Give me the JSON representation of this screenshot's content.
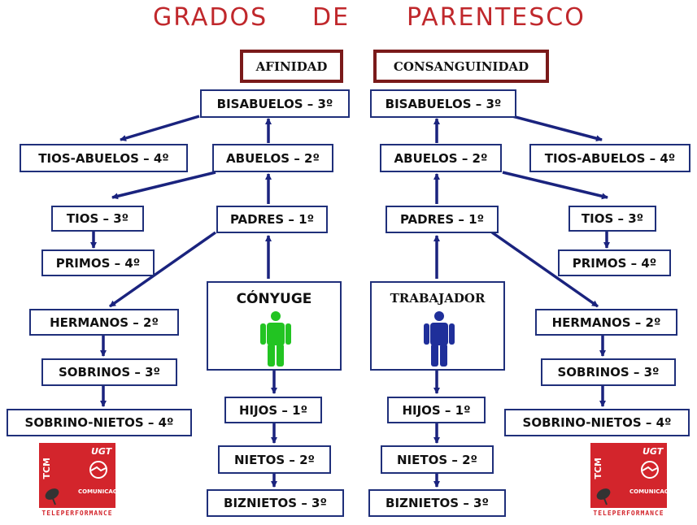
{
  "title": {
    "part1": "GRADOS",
    "part2": "DE",
    "part3": "PARENTESCO"
  },
  "headers": {
    "afinidad": "AFINIDAD",
    "consanguinidad": "CONSANGUINIDAD"
  },
  "afinidad": {
    "bisabuelos": "BISABUELOS – 3º",
    "tios_abuelos": "TIOS-ABUELOS – 4º",
    "abuelos": "ABUELOS – 2º",
    "tios": "TIOS – 3º",
    "padres": "PADRES – 1º",
    "primos": "PRIMOS – 4º",
    "conyuge": "CÓNYUGE",
    "hermanos": "HERMANOS – 2º",
    "sobrinos": "SOBRINOS – 3º",
    "sobrino_nietos": "SOBRINO-NIETOS – 4º",
    "hijos": "HIJOS – 1º",
    "nietos": "NIETOS – 2º",
    "biznietos": "BIZNIETOS – 3º"
  },
  "consanguinidad": {
    "bisabuelos": "BISABUELOS – 3º",
    "tios_abuelos": "TIOS-ABUELOS – 4º",
    "abuelos": "ABUELOS – 2º",
    "tios": "TIOS – 3º",
    "padres": "PADRES – 1º",
    "primos": "PRIMOS – 4º",
    "trabajador": "TRABAJADOR",
    "hermanos": "HERMANOS – 2º",
    "sobrinos": "SOBRINOS – 3º",
    "sobrino_nietos": "SOBRINO-NIETOS – 4º",
    "hijos": "HIJOS – 1º",
    "nietos": "NIETOS – 2º",
    "biznietos": "BIZNIETOS – 3º"
  },
  "logo": {
    "tcm": "TCM",
    "ugt": "UGT",
    "comunicaciones": "COMUNICACIONES",
    "teleperformance": "TELEPERFORMANCE"
  },
  "colors": {
    "title": "#c0282c",
    "header_border": "#7a1a1a",
    "box_border": "#1f2f7a",
    "arrow": "#1a237e",
    "conyuge_figure": "#22c422",
    "trabajador_figure": "#1f2f9a",
    "logo": "#d3252c"
  }
}
